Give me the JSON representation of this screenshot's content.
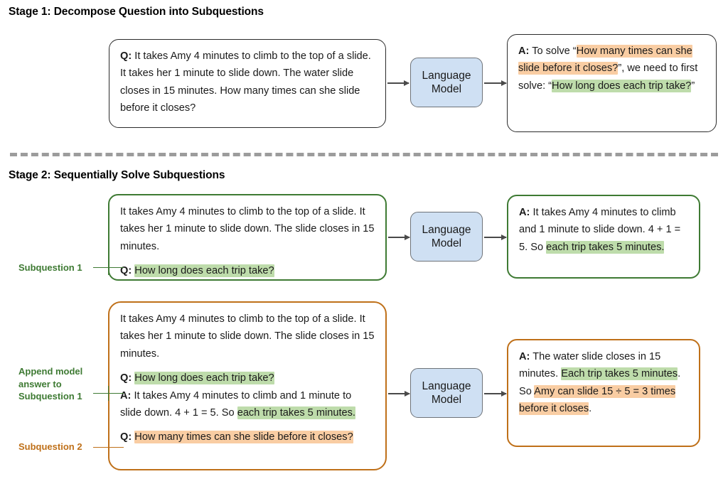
{
  "stages": {
    "one": {
      "title": "Stage 1: Decompose Question into Subquestions",
      "question_label": "Q:",
      "question_text": " It takes Amy 4 minutes to climb to the top of a slide. It takes her 1 minute to slide down. The water slide closes in 15 minutes. How many times can she slide before it closes?",
      "model_label": "Language\nModel",
      "answer_label": "A:",
      "answer_prefix": " To solve “",
      "answer_hl_orange": "How many times can she slide before it closes?",
      "answer_middle": "”, we need to first solve: “",
      "answer_hl_green": "How long does each trip take?",
      "answer_suffix": "”"
    },
    "two": {
      "title": "Stage 2: Sequentially Solve Subquestions",
      "model_label": "Language\nModel",
      "row1": {
        "side_label": "Subquestion 1",
        "context": "It takes Amy 4 minutes to climb to the top of a slide. It takes her 1 minute to slide down. The slide closes in 15 minutes.",
        "q_label": "Q:",
        "q_hl_green": "How long does each trip take?",
        "a_label": "A:",
        "a_prefix": " It takes Amy 4 minutes to climb and 1 minute to slide down. 4 + 1 = 5. So ",
        "a_hl_green": "each trip takes 5 minutes.",
        "a_suffix": ""
      },
      "row2": {
        "side_label_append": "Append model\nanswer to\nSubquestion 1",
        "side_label_sub2": "Subquestion 2",
        "context": "It takes Amy 4 minutes to climb to the top of a slide. It takes her 1 minute to slide down. The slide closes in 15 minutes.",
        "q1_label": "Q:",
        "q1_hl_green": "How long does each trip take?",
        "a1_label": "A:",
        "a1_prefix": " It takes Amy 4 minutes to climb and 1 minute to slide down. 4 + 1 = 5. So ",
        "a1_hl_green": "each trip takes 5 minutes.",
        "q2_label": "Q:",
        "q2_hl_orange": "How many times can she slide before it closes?",
        "answer_label": "A:",
        "answer_prefix": " The water slide closes in 15 minutes. ",
        "answer_hl_green": "Each trip takes 5 minutes",
        "answer_middle": ". So ",
        "answer_hl_orange": "Amy can slide 15 ÷ 5 = 3 times before it closes",
        "answer_suffix": "."
      }
    }
  },
  "colors": {
    "highlight_green": "#bedcab",
    "highlight_orange": "#f9cda3",
    "accent_green": "#3e7a33",
    "accent_orange": "#bf7019",
    "model_fill": "#cfe0f3",
    "divider": "#9c9c9c"
  }
}
